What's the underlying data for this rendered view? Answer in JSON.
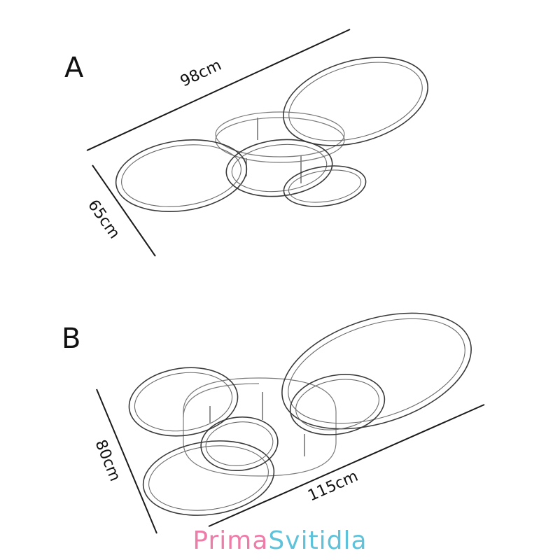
{
  "variant_a": {
    "letter": "A",
    "width_label": "98cm",
    "depth_label": "65cm"
  },
  "variant_b": {
    "letter": "B",
    "width_label": "115cm",
    "depth_label": "80cm"
  },
  "brand": {
    "part1": "Prima",
    "part2": "Svitidla",
    "color1": "#ee7ca8",
    "color2": "#5ec3da"
  },
  "colors": {
    "line": "#3a3a3a",
    "text": "#111111"
  }
}
